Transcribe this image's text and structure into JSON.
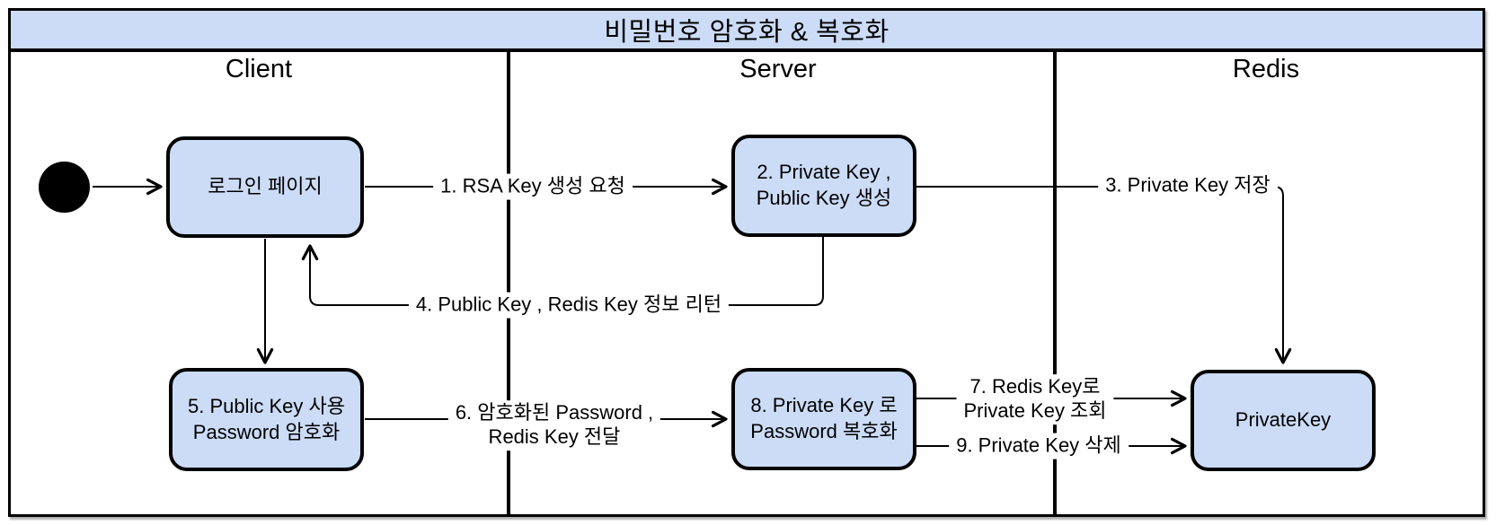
{
  "title": "비밀번호 암호화 & 복호화",
  "lanes": [
    {
      "label": "Client"
    },
    {
      "label": "Server"
    },
    {
      "label": "Redis"
    }
  ],
  "nodes": {
    "start": {
      "icon": "initial-state-filled-circle"
    },
    "login": {
      "label": "로그인 페이지"
    },
    "genkeys": {
      "label": "2. Private Key ,\nPublic Key 생성"
    },
    "encrypt": {
      "label": "5. Public Key 사용\nPassword 암호화"
    },
    "decrypt": {
      "label": "8. Private Key 로\nPassword 복호화"
    },
    "privatekey": {
      "label": "PrivateKey"
    }
  },
  "edges": {
    "e1": {
      "label": "1. RSA Key 생성 요청"
    },
    "e3": {
      "label": "3. Private Key 저장"
    },
    "e4": {
      "label": "4. Public Key , Redis Key 정보 리턴"
    },
    "e6": {
      "label": "6. 암호화된 Password ,\nRedis Key 전달"
    },
    "e7": {
      "label": "7. Redis Key로\nPrivate Key 조회"
    },
    "e9": {
      "label": "9. Private Key 삭제"
    }
  },
  "colors": {
    "node_fill": "#ccdcf7",
    "title_fill": "#ccdcf7",
    "stroke": "#000000",
    "background": "#ffffff"
  }
}
